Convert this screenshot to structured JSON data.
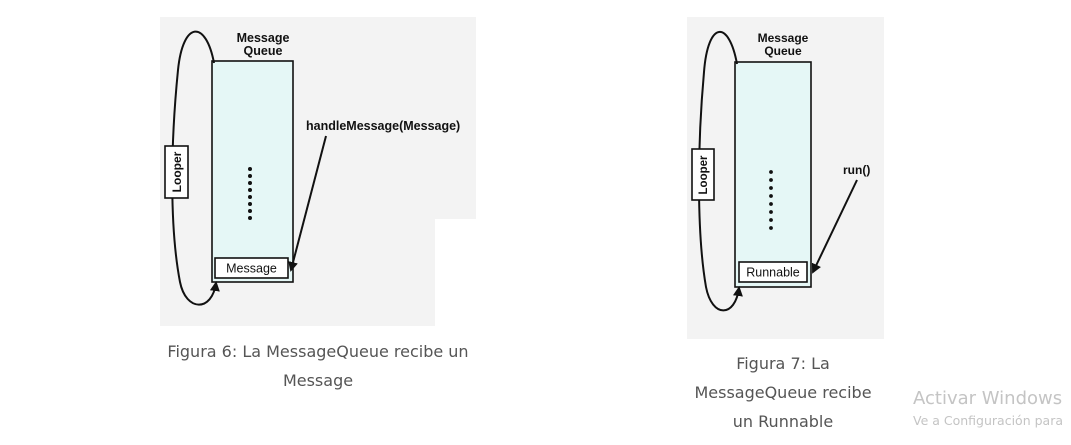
{
  "figure6": {
    "queue_title_line1": "Message",
    "queue_title_line2": "Queue",
    "looper_label": "Looper",
    "callback_label": "handleMessage(Message)",
    "item_label": "Message",
    "caption": "Figura 6: La MessageQueue recibe un Message"
  },
  "figure7": {
    "queue_title_line1": "Message",
    "queue_title_line2": "Queue",
    "looper_label": "Looper",
    "callback_label": "run()",
    "item_label": "Runnable",
    "caption": "Figura 7: La MessageQueue recibe un Runnable"
  },
  "watermark": {
    "title": "Activar Windows",
    "subtitle": "Ve a Configuración para"
  },
  "colors": {
    "queue_fill": "#e5f7f6",
    "panel_bg": "#f3f3f3",
    "ink": "#111111",
    "caption_text": "#555555",
    "watermark_text": "#c4c4c4"
  }
}
